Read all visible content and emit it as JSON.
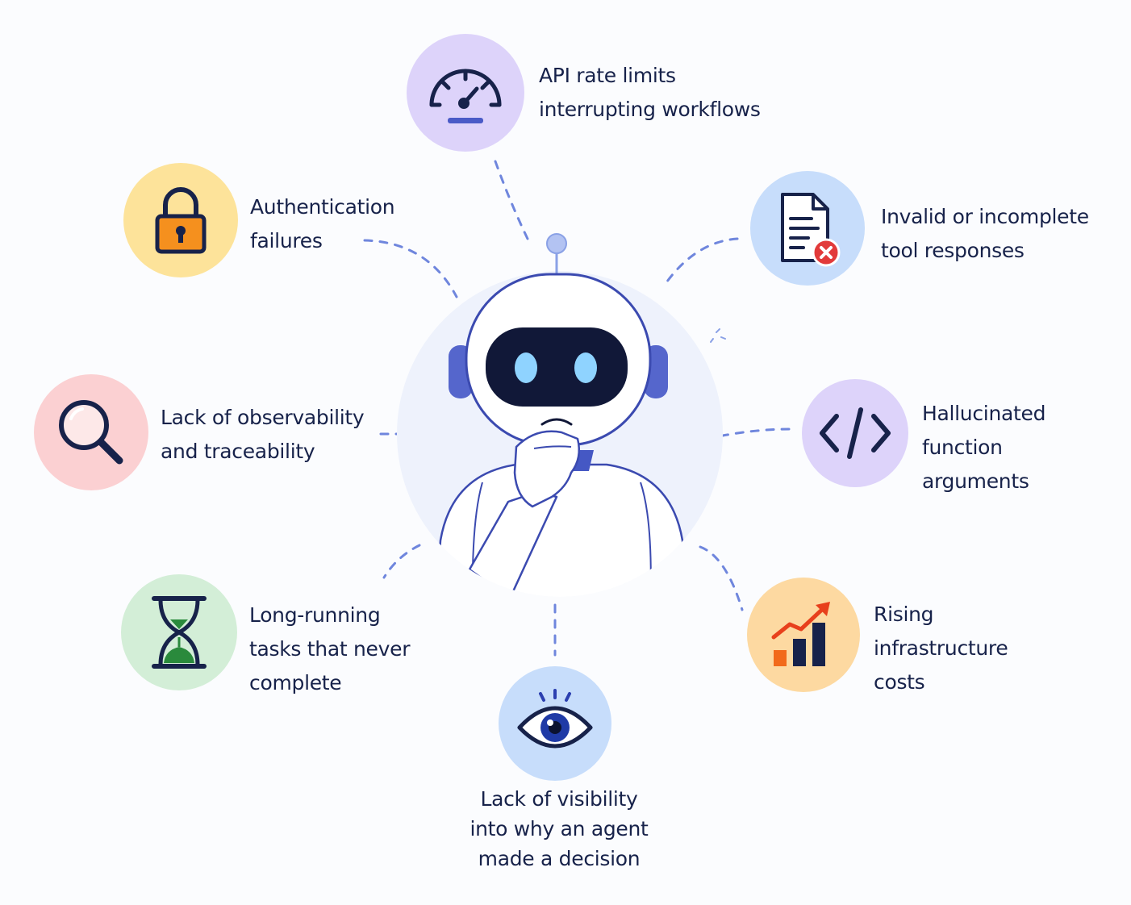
{
  "colors": {
    "text": "#17224a",
    "connector": "#6f86dd",
    "robot_outline": "#3b4ab0",
    "robot_visor": "#111838",
    "robot_eye": "#8fd3ff",
    "center_bg": "#eef2fc"
  },
  "items": [
    {
      "id": "api-rate-limits",
      "icon": "speedometer-icon",
      "bubble_color": "#ddd3fa",
      "lines": [
        "API rate limits",
        "interrupting workflows"
      ]
    },
    {
      "id": "invalid-tool-responses",
      "icon": "document-error-icon",
      "bubble_color": "#c7ddfb",
      "lines": [
        "Invalid or incomplete",
        "tool responses"
      ]
    },
    {
      "id": "hallucinated-arguments",
      "icon": "code-icon",
      "bubble_color": "#ddd3fa",
      "lines": [
        "Hallucinated",
        "function",
        "arguments"
      ]
    },
    {
      "id": "rising-costs",
      "icon": "bar-chart-up-icon",
      "bubble_color": "#fdd9a1",
      "lines": [
        "Rising",
        "infrastructure",
        "costs"
      ]
    },
    {
      "id": "lack-of-visibility",
      "icon": "eye-icon",
      "bubble_color": "#c7ddfb",
      "lines": [
        "Lack of visibility",
        "into why an agent",
        "made a decision"
      ]
    },
    {
      "id": "long-running-tasks",
      "icon": "hourglass-icon",
      "bubble_color": "#d3eed7",
      "lines": [
        "Long-running",
        "tasks that never",
        "complete"
      ]
    },
    {
      "id": "lack-of-observability",
      "icon": "magnifier-icon",
      "bubble_color": "#fbd0d2",
      "lines": [
        "Lack of observability",
        "and traceability"
      ]
    },
    {
      "id": "authentication-failures",
      "icon": "lock-icon",
      "bubble_color": "#fde39a",
      "lines": [
        "Authentication",
        "failures"
      ]
    }
  ]
}
